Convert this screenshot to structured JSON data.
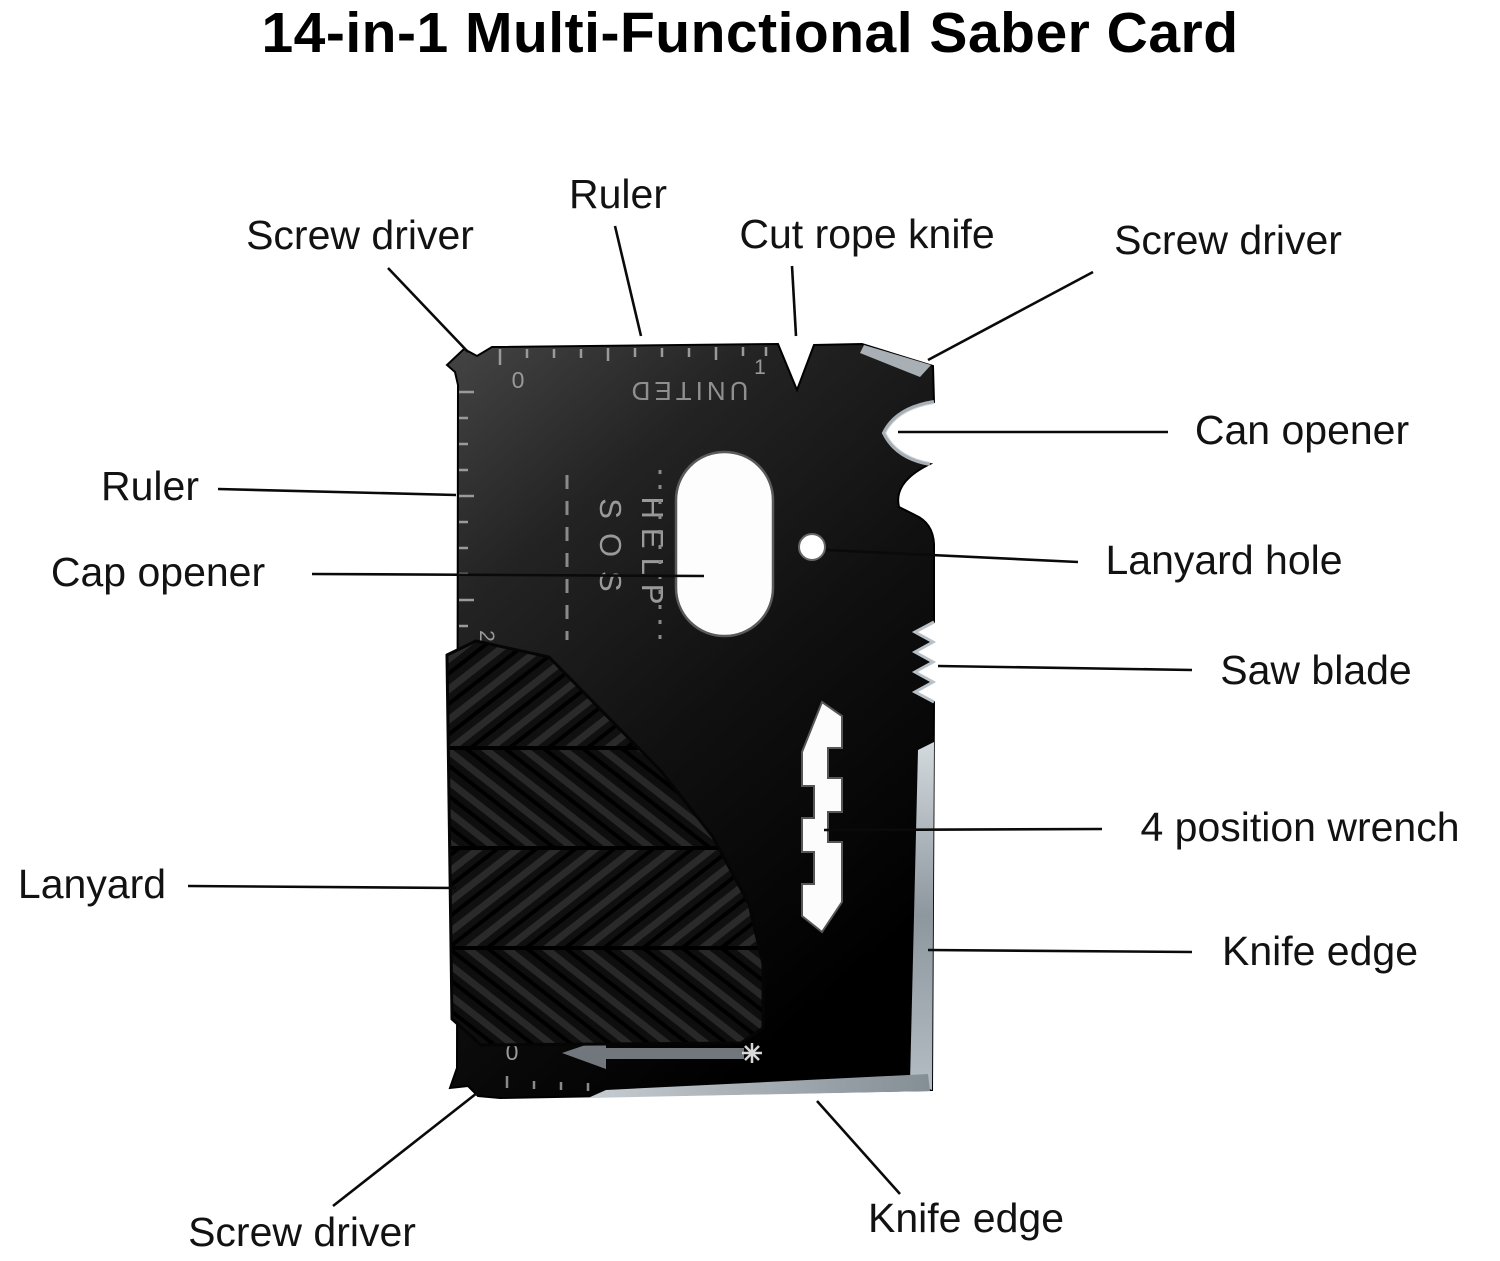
{
  "title": "14-in-1 Multi-Functional Saber Card",
  "labels": {
    "ruler_top": "Ruler",
    "screw_driver_top_left": "Screw driver",
    "cut_rope_knife": "Cut rope knife",
    "screw_driver_top_right": "Screw driver",
    "can_opener": "Can opener",
    "ruler_left": "Ruler",
    "cap_opener": "Cap opener",
    "lanyard_hole": "Lanyard hole",
    "saw_blade": "Saw blade",
    "four_position_wrench": "4 position wrench",
    "lanyard": "Lanyard",
    "knife_edge_right": "Knife edge",
    "screw_driver_bottom": "Screw driver",
    "knife_edge_bottom": "Knife edge"
  },
  "card_markings": {
    "brand": "UNITED",
    "sos": "SOS",
    "help": "HELP",
    "ruler_zero_top": "0",
    "ruler_one_top": "1",
    "ruler_two_left": "2",
    "ruler_zero_bottom": "0"
  },
  "colors": {
    "card_black": "#0d0d0d",
    "blade_gray": "#aab3ba",
    "etch_gray": "#9a9a9a",
    "leader_line": "#0a0a0a"
  }
}
